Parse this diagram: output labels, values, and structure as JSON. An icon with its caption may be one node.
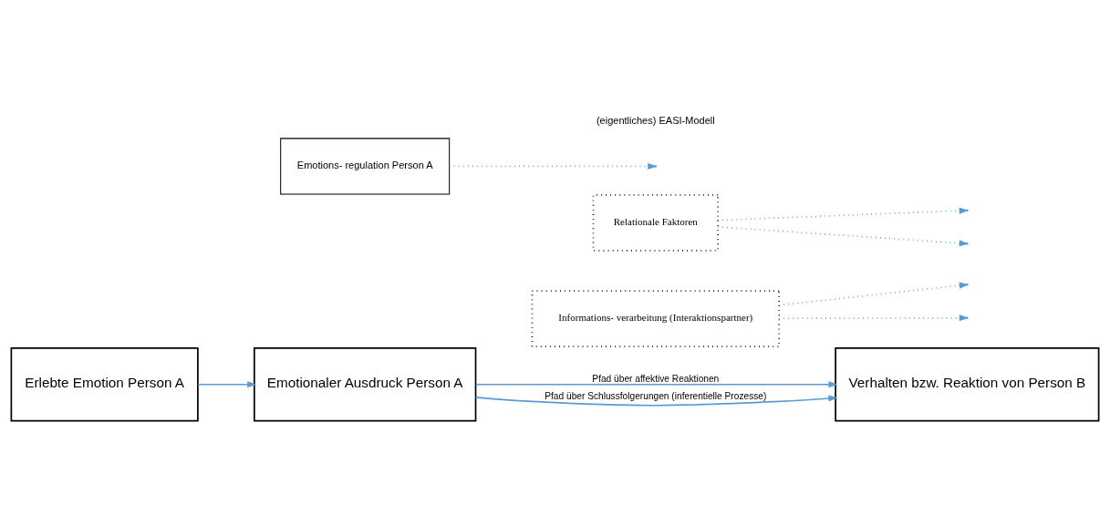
{
  "diagram": {
    "nodes": [
      {
        "text": [
          "Erlebte Emotion Person A"
        ]
      },
      {
        "text": [
          "Emotionaler Ausdruck Person A"
        ]
      },
      {
        "text": [
          "Informations- verarbeitung (Interaktionspartner)"
        ]
      },
      {
        "text": [
          "Relationale Faktoren"
        ]
      },
      {
        "text": [
          "Verhalten bzw. Reaktion von Person B"
        ]
      },
      {
        "text": [
          "Emotions- regulation Person A"
        ]
      }
    ],
    "edges": [
      {
        "from": 0,
        "to": 1,
        "arrow": "to"
      },
      {
        "from": 1,
        "to": 4,
        "arrow": "to",
        "label": "Pfad über affektive Reaktionen"
      },
      {
        "from": 1,
        "to": 4,
        "arrow": "to",
        "label": "Pfad über Schlussfolgerungen (inferentielle Prozesse)"
      },
      {
        "from": 5,
        "to": null,
        "arrow": "to",
        "style": "dashed"
      },
      {
        "from": 2,
        "to": null,
        "arrow": "to",
        "style": "dashed"
      },
      {
        "from": 2,
        "to": null,
        "arrow": "to",
        "style": "dashed"
      },
      {
        "from": 3,
        "to": null,
        "arrow": "to",
        "style": "dashed"
      },
      {
        "from": 3,
        "to": null,
        "arrow": "to",
        "style": "dashed"
      }
    ],
    "labels": [
      "(eigentliches) EASI-Modell"
    ]
  }
}
